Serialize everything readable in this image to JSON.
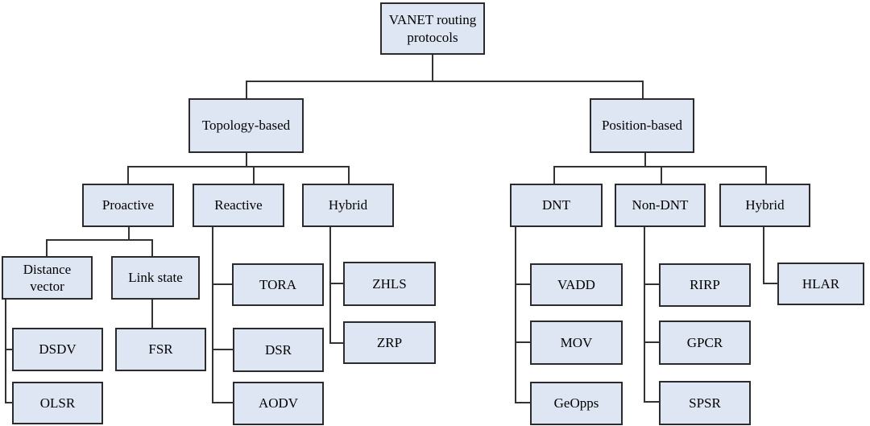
{
  "diagram_title": "VANET routing protocols",
  "colors": {
    "node_fill": "#dfe6f3",
    "node_border": "#2b2b2b",
    "connector": "#333333",
    "text": "#000000",
    "background": "#ffffff"
  },
  "nodes": {
    "root": {
      "label": "VANET routing protocols",
      "parent": null
    },
    "topology": {
      "label": "Topology-based",
      "parent": "root"
    },
    "position": {
      "label": "Position-based",
      "parent": "root"
    },
    "proactive": {
      "label": "Proactive",
      "parent": "topology"
    },
    "reactive": {
      "label": "Reactive",
      "parent": "topology"
    },
    "hybrid_topology": {
      "label": "Hybrid",
      "parent": "topology"
    },
    "dnt": {
      "label": "DNT",
      "parent": "position"
    },
    "non_dnt": {
      "label": "Non-DNT",
      "parent": "position"
    },
    "hybrid_position": {
      "label": "Hybrid",
      "parent": "position"
    },
    "distance_vector": {
      "label": "Distance vector",
      "parent": "proactive"
    },
    "link_state": {
      "label": "Link state",
      "parent": "proactive"
    },
    "dsdv": {
      "label": "DSDV",
      "parent": "distance_vector"
    },
    "olsr": {
      "label": "OLSR",
      "parent": "distance_vector"
    },
    "fsr": {
      "label": "FSR",
      "parent": "link_state"
    },
    "tora": {
      "label": "TORA",
      "parent": "reactive"
    },
    "dsr": {
      "label": "DSR",
      "parent": "reactive"
    },
    "aodv": {
      "label": "AODV",
      "parent": "reactive"
    },
    "zhls": {
      "label": "ZHLS",
      "parent": "hybrid_topology"
    },
    "zrp": {
      "label": "ZRP",
      "parent": "hybrid_topology"
    },
    "vadd": {
      "label": "VADD",
      "parent": "dnt"
    },
    "mov": {
      "label": "MOV",
      "parent": "dnt"
    },
    "geopps": {
      "label": "GeOpps",
      "parent": "dnt"
    },
    "rirp": {
      "label": "RIRP",
      "parent": "non_dnt"
    },
    "gpcr": {
      "label": "GPCR",
      "parent": "non_dnt"
    },
    "spsr": {
      "label": "SPSR",
      "parent": "non_dnt"
    },
    "hlar": {
      "label": "HLAR",
      "parent": "hybrid_position"
    }
  }
}
